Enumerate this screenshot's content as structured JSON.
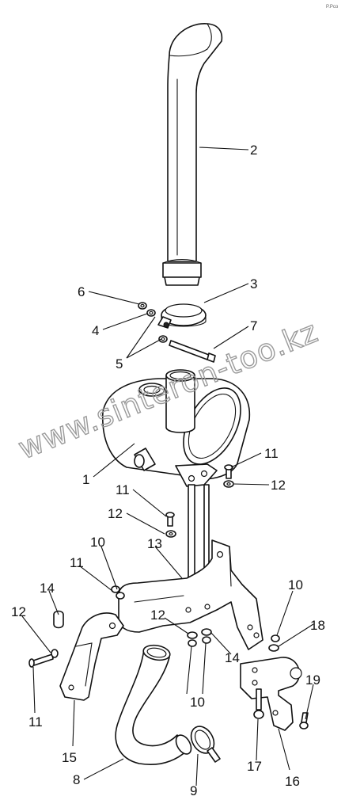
{
  "corner_mark": "P.Pco",
  "watermark": "www.sinteron-too.kz",
  "callouts": {
    "c1": "1",
    "c2": "2",
    "c3": "3",
    "c4": "4",
    "c5": "5",
    "c6": "6",
    "c7": "7",
    "c8": "8",
    "c9": "9",
    "c10a": "10",
    "c10b": "10",
    "c10c": "10",
    "c11a": "11",
    "c11b": "11",
    "c11c": "11",
    "c11d": "11",
    "c12a": "12",
    "c12b": "12",
    "c12c": "12",
    "c12d": "12",
    "c13": "13",
    "c14a": "14",
    "c14b": "14",
    "c15": "15",
    "c16": "16",
    "c17": "17",
    "c18": "18",
    "c19": "19"
  }
}
